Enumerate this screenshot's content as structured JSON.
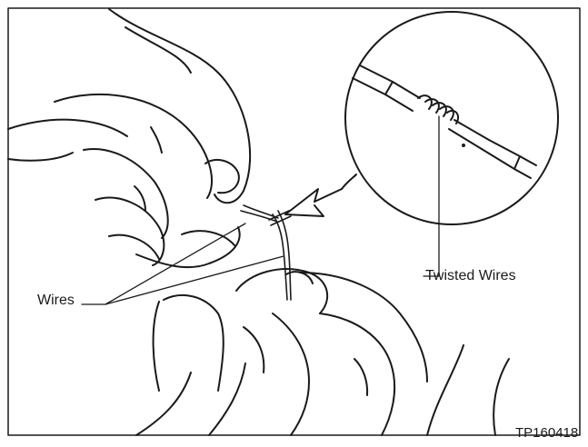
{
  "labels": {
    "twisted_wires": "Twisted Wires",
    "wires": "Wires",
    "figure_code": "TP160418"
  },
  "colors": {
    "line": "#1a1a1a",
    "background": "#ffffff"
  }
}
